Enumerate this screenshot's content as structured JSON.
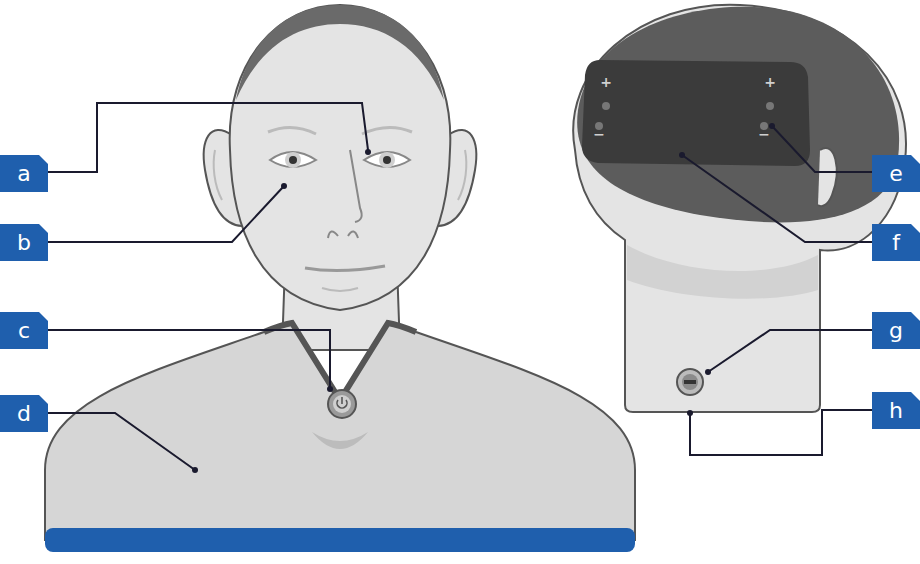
{
  "diagram": {
    "nodes": [
      {
        "text": [
          "a"
        ]
      },
      {
        "text": [
          "b"
        ]
      },
      {
        "text": [
          "c"
        ]
      },
      {
        "text": [
          "d"
        ]
      },
      {
        "text": [
          "e"
        ]
      },
      {
        "text": [
          "f"
        ]
      },
      {
        "text": [
          "g"
        ]
      },
      {
        "text": [
          "h"
        ]
      }
    ],
    "labels": [
      "+",
      "−",
      "+",
      "−"
    ]
  }
}
